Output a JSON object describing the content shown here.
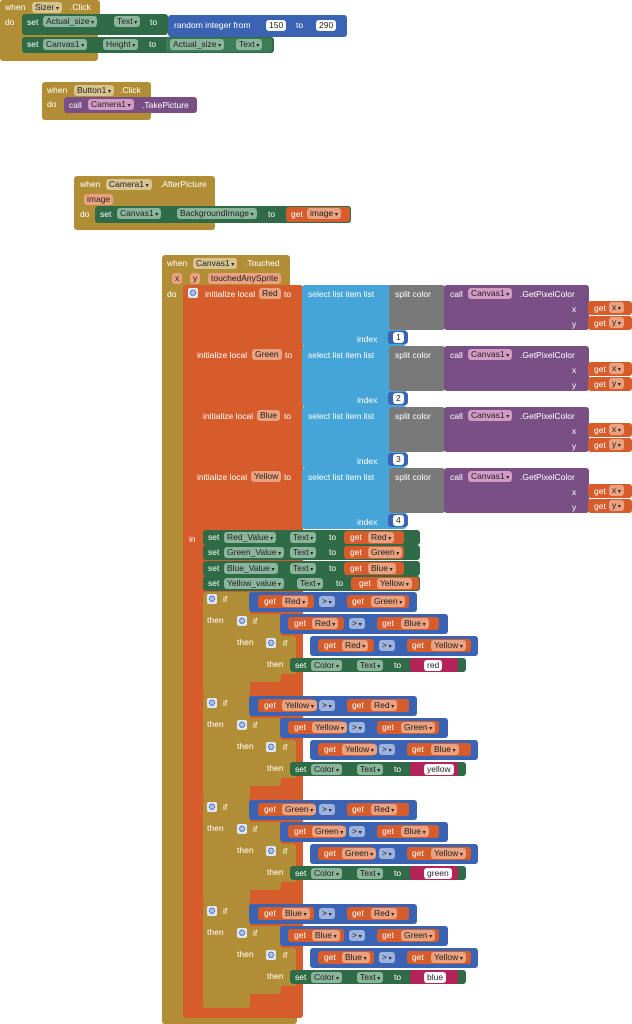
{
  "kw": {
    "when": "when",
    "do": "do",
    "set": "set",
    "to": "to",
    "call": "call",
    "get": "get",
    "if": "if",
    "then": "then",
    "in": "in",
    "x": "x",
    "y": "y",
    "index": "index",
    "initialize_local": "initialize local",
    "select_list_item": "select list item  list",
    "split_color": "split color",
    "gt": ">",
    "random_integer_from": "random integer from",
    "image": "image",
    "touchedAnySprite": "touchedAnySprite",
    "dot": "."
  },
  "b1": {
    "component": "Sizer",
    "event": "Click",
    "set1_comp": "Actual_size",
    "set1_prop": "Text",
    "rand_from": "150",
    "rand_to": "290",
    "set2_comp": "Canvas1",
    "set2_prop": "Height",
    "src_comp": "Actual_size",
    "src_prop": "Text"
  },
  "b2": {
    "component": "Button1",
    "event": "Click",
    "call_comp": "Camera1",
    "method": "TakePicture"
  },
  "b3": {
    "component": "Camera1",
    "event": "AfterPicture",
    "param": "image",
    "set_comp": "Canvas1",
    "set_prop": "BackgroundImage",
    "get_var": "image"
  },
  "b4": {
    "component": "Canvas1",
    "event": "Touched",
    "method": "GetPixelColor",
    "locals": [
      {
        "name": "Red",
        "index": "1"
      },
      {
        "name": "Green",
        "index": "2"
      },
      {
        "name": "Blue",
        "index": "3"
      },
      {
        "name": "Yellow",
        "index": "4"
      }
    ],
    "sets": [
      {
        "comp": "Red_Value",
        "prop": "Text",
        "var": "Red"
      },
      {
        "comp": "Green_Value",
        "prop": "Text",
        "var": "Green"
      },
      {
        "comp": "Blue_Value",
        "prop": "Text",
        "var": "Blue"
      },
      {
        "comp": "Yellow_value",
        "prop": "Text",
        "var": "Yellow"
      }
    ],
    "ifs": [
      {
        "a": "Red",
        "b": "Green",
        "c": "Blue",
        "d": "Yellow",
        "result": "red"
      },
      {
        "a": "Yellow",
        "b": "Red",
        "c": "Green",
        "d": "Blue",
        "result": "yellow"
      },
      {
        "a": "Green",
        "b": "Red",
        "c": "Blue",
        "d": "Yellow",
        "result": "green"
      },
      {
        "a": "Blue",
        "b": "Red",
        "c": "Green",
        "d": "Yellow",
        "result": "blue"
      }
    ],
    "result_comp": "Color",
    "result_prop": "Text"
  }
}
